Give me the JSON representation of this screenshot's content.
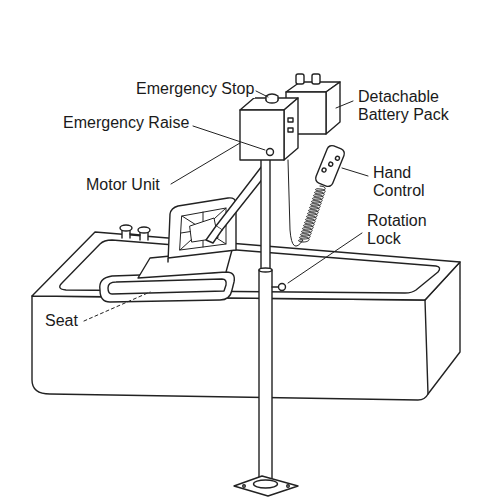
{
  "diagram": {
    "labels": [
      "Emergency Stop",
      "Emergency Raise",
      "Motor Unit",
      "Detachable Battery Pack",
      "Hand Control",
      "Rotation Lock",
      "Seat"
    ]
  }
}
